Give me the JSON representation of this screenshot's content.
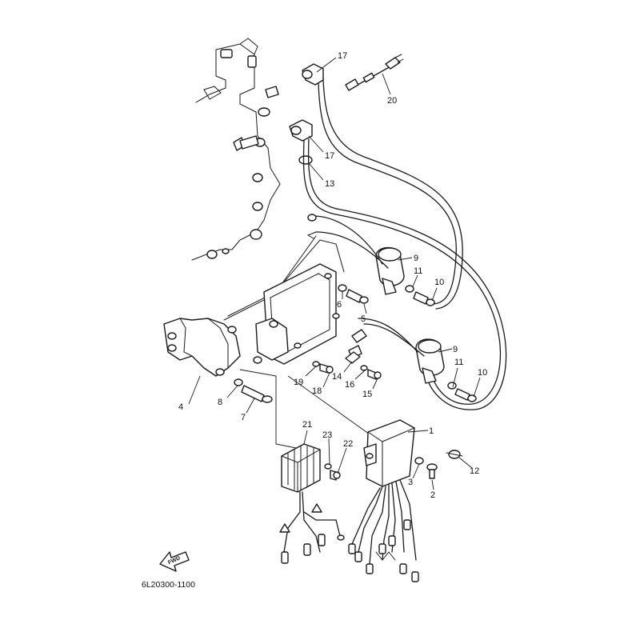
{
  "diagram": {
    "code": "6L20300-1100",
    "fwd_label": "FWD",
    "callouts": [
      "1",
      "2",
      "3",
      "4",
      "5",
      "6",
      "7",
      "8",
      "9",
      "9",
      "10",
      "10",
      "11",
      "11",
      "12",
      "13",
      "14",
      "15",
      "16",
      "17",
      "17",
      "18",
      "19",
      "20",
      "21",
      "22",
      "23"
    ]
  }
}
